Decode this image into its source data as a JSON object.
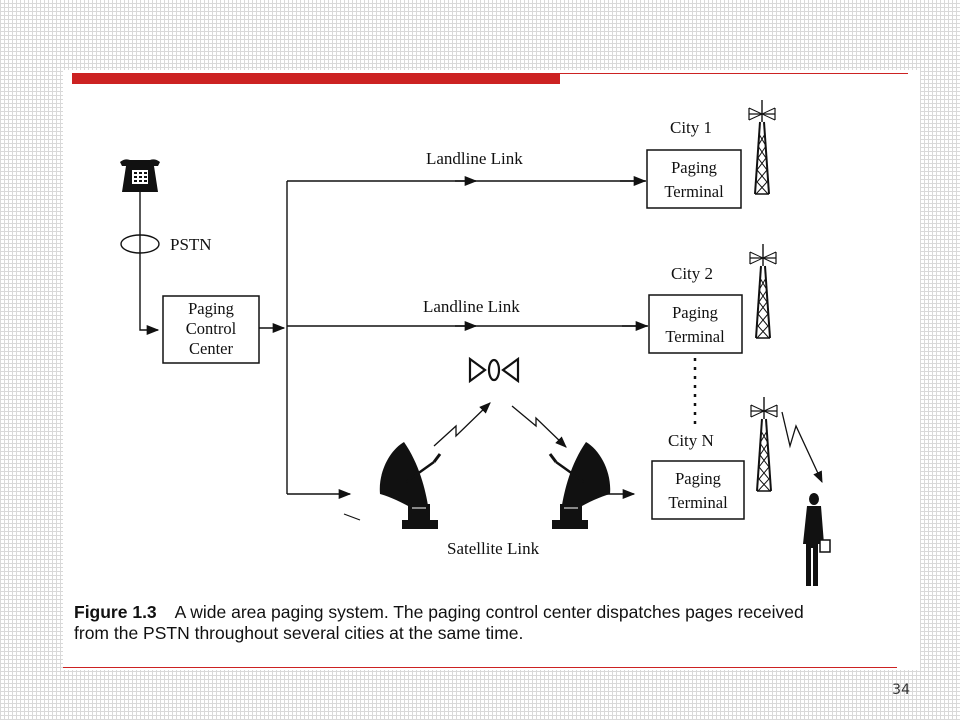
{
  "slide": {
    "page_number": "34"
  },
  "diagram": {
    "pstn_label": "PSTN",
    "control_center": [
      "Paging",
      "Control",
      "Center"
    ],
    "links": {
      "landline_1": "Landline Link",
      "landline_2": "Landline Link",
      "satellite": "Satellite Link"
    },
    "cities": [
      {
        "name": "City 1",
        "terminal": [
          "Paging",
          "Terminal"
        ]
      },
      {
        "name": "City 2",
        "terminal": [
          "Paging",
          "Terminal"
        ]
      },
      {
        "name": "City N",
        "terminal": [
          "Paging",
          "Terminal"
        ]
      }
    ]
  },
  "caption": {
    "figure_label": "Figure 1.3",
    "line1": "A wide area paging system. The paging control center dispatches pages received",
    "line2": "from the PSTN throughout several cities at the same time."
  },
  "colors": {
    "accent_red": "#cc2222",
    "ink": "#111111"
  }
}
